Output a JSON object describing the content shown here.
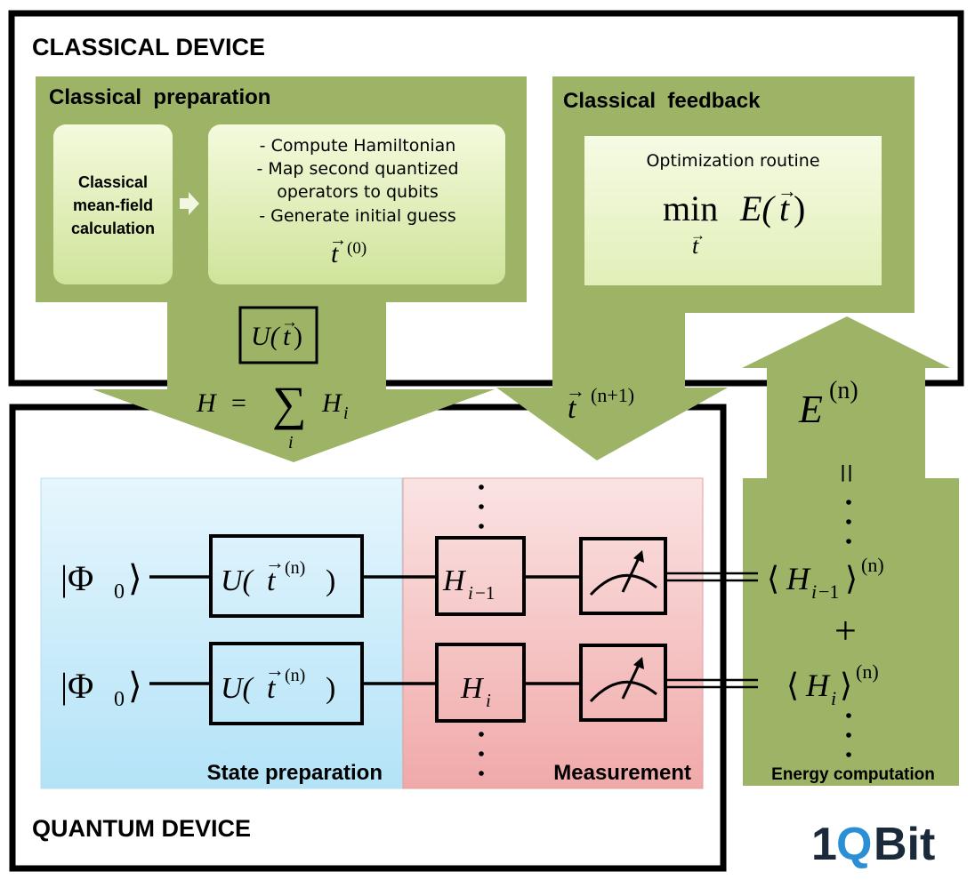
{
  "devices": {
    "classical": "CLASSICAL DEVICE",
    "quantum": "QUANTUM DEVICE"
  },
  "preparation": {
    "title": "Classical  preparation",
    "box1_lines": [
      "Classical",
      "mean-field",
      "calculation"
    ],
    "box2_lines": [
      "- Compute Hamiltonian",
      "- Map second quantized",
      "operators to qubits",
      "- Generate initial guess"
    ]
  },
  "feedback": {
    "title": "Classical  feedback",
    "subtitle": "Optimization routine",
    "min_label": "min"
  },
  "sections": {
    "state_prep": "State preparation",
    "measurement": "Measurement",
    "energy": "Energy computation"
  },
  "logo": {
    "part1": "1",
    "part2": "Q",
    "part3": "Bit"
  },
  "colors": {
    "green": "#9db467",
    "green_light": "#dcedb2",
    "blue_section": "#bfe6f7",
    "pink_section": "#f3b5b5",
    "logo_dark": "#1a2a3a",
    "logo_blue": "#2b8fd6"
  }
}
